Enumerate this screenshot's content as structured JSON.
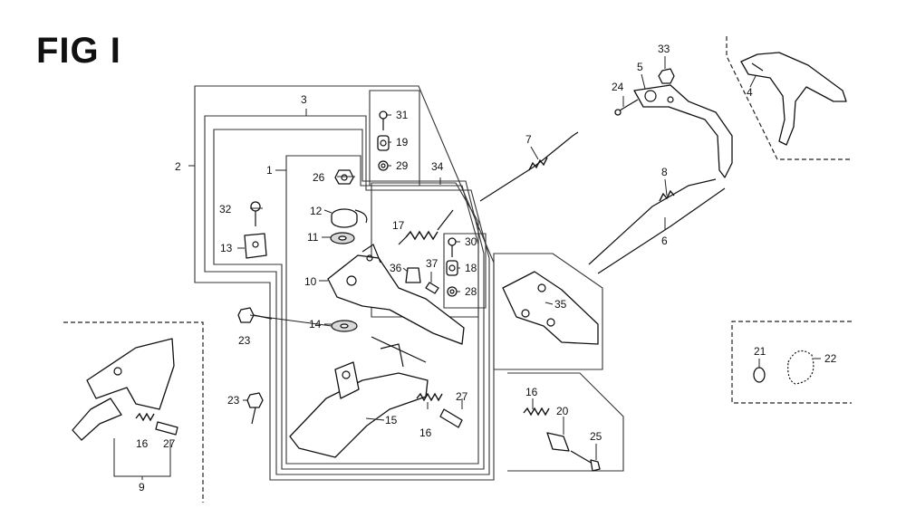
{
  "title": "FIG I",
  "labels": {
    "p1": "1",
    "p2": "2",
    "p3": "3",
    "p4": "4",
    "p5": "5",
    "p6": "6",
    "p7": "7",
    "p8": "8",
    "p9": "9",
    "p10": "10",
    "p11": "11",
    "p12": "12",
    "p13": "13",
    "p14": "14",
    "p15": "15",
    "p16a": "16",
    "p16b": "16",
    "p16c": "16",
    "p17": "17",
    "p18": "18",
    "p19": "19",
    "p20": "20",
    "p21": "21",
    "p22": "22",
    "p23a": "23",
    "p23b": "23",
    "p24": "24",
    "p25": "25",
    "p26": "26",
    "p27a": "27",
    "p27b": "27",
    "p28": "28",
    "p29": "29",
    "p30": "30",
    "p31": "31",
    "p32": "32",
    "p33": "33",
    "p34": "34",
    "p35": "35",
    "p36": "36",
    "p37": "37"
  }
}
